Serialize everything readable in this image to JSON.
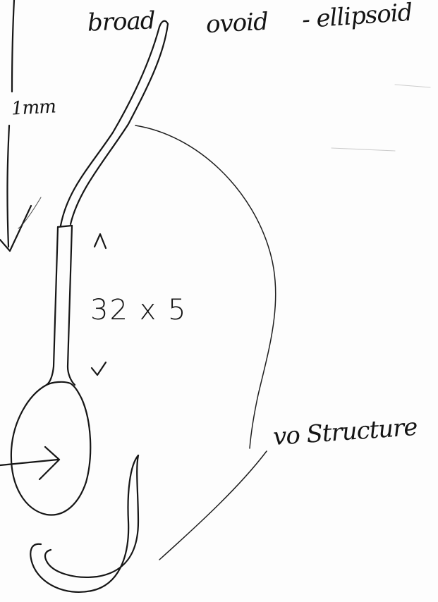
{
  "annotations": {
    "shape_note": "broad",
    "shape_note_2": "ovoid",
    "shape_note_3": "- ellipsoid",
    "scale_label": "1mm",
    "stalk_dimensions": "32 x 5",
    "structure_note": "vo Structure"
  },
  "colors": {
    "ink": "#161616",
    "paper": "#fdfdfd"
  }
}
